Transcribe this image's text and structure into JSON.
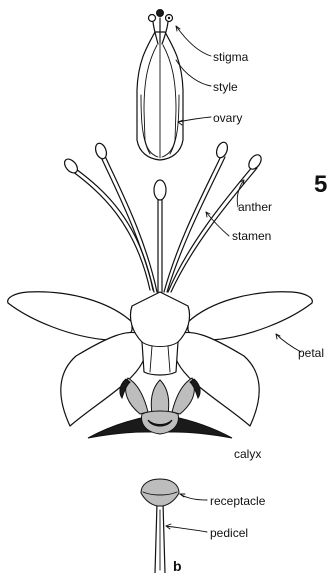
{
  "labels": {
    "stigma": "stigma",
    "style": "style",
    "ovary": "ovary",
    "anther": "anther",
    "stamen": "stamen",
    "petal": "petal",
    "calyx": "calyx",
    "receptacle": "receptacle",
    "pedicel": "pedicel"
  },
  "figure_letter": "b",
  "edge_fragment": "5"
}
